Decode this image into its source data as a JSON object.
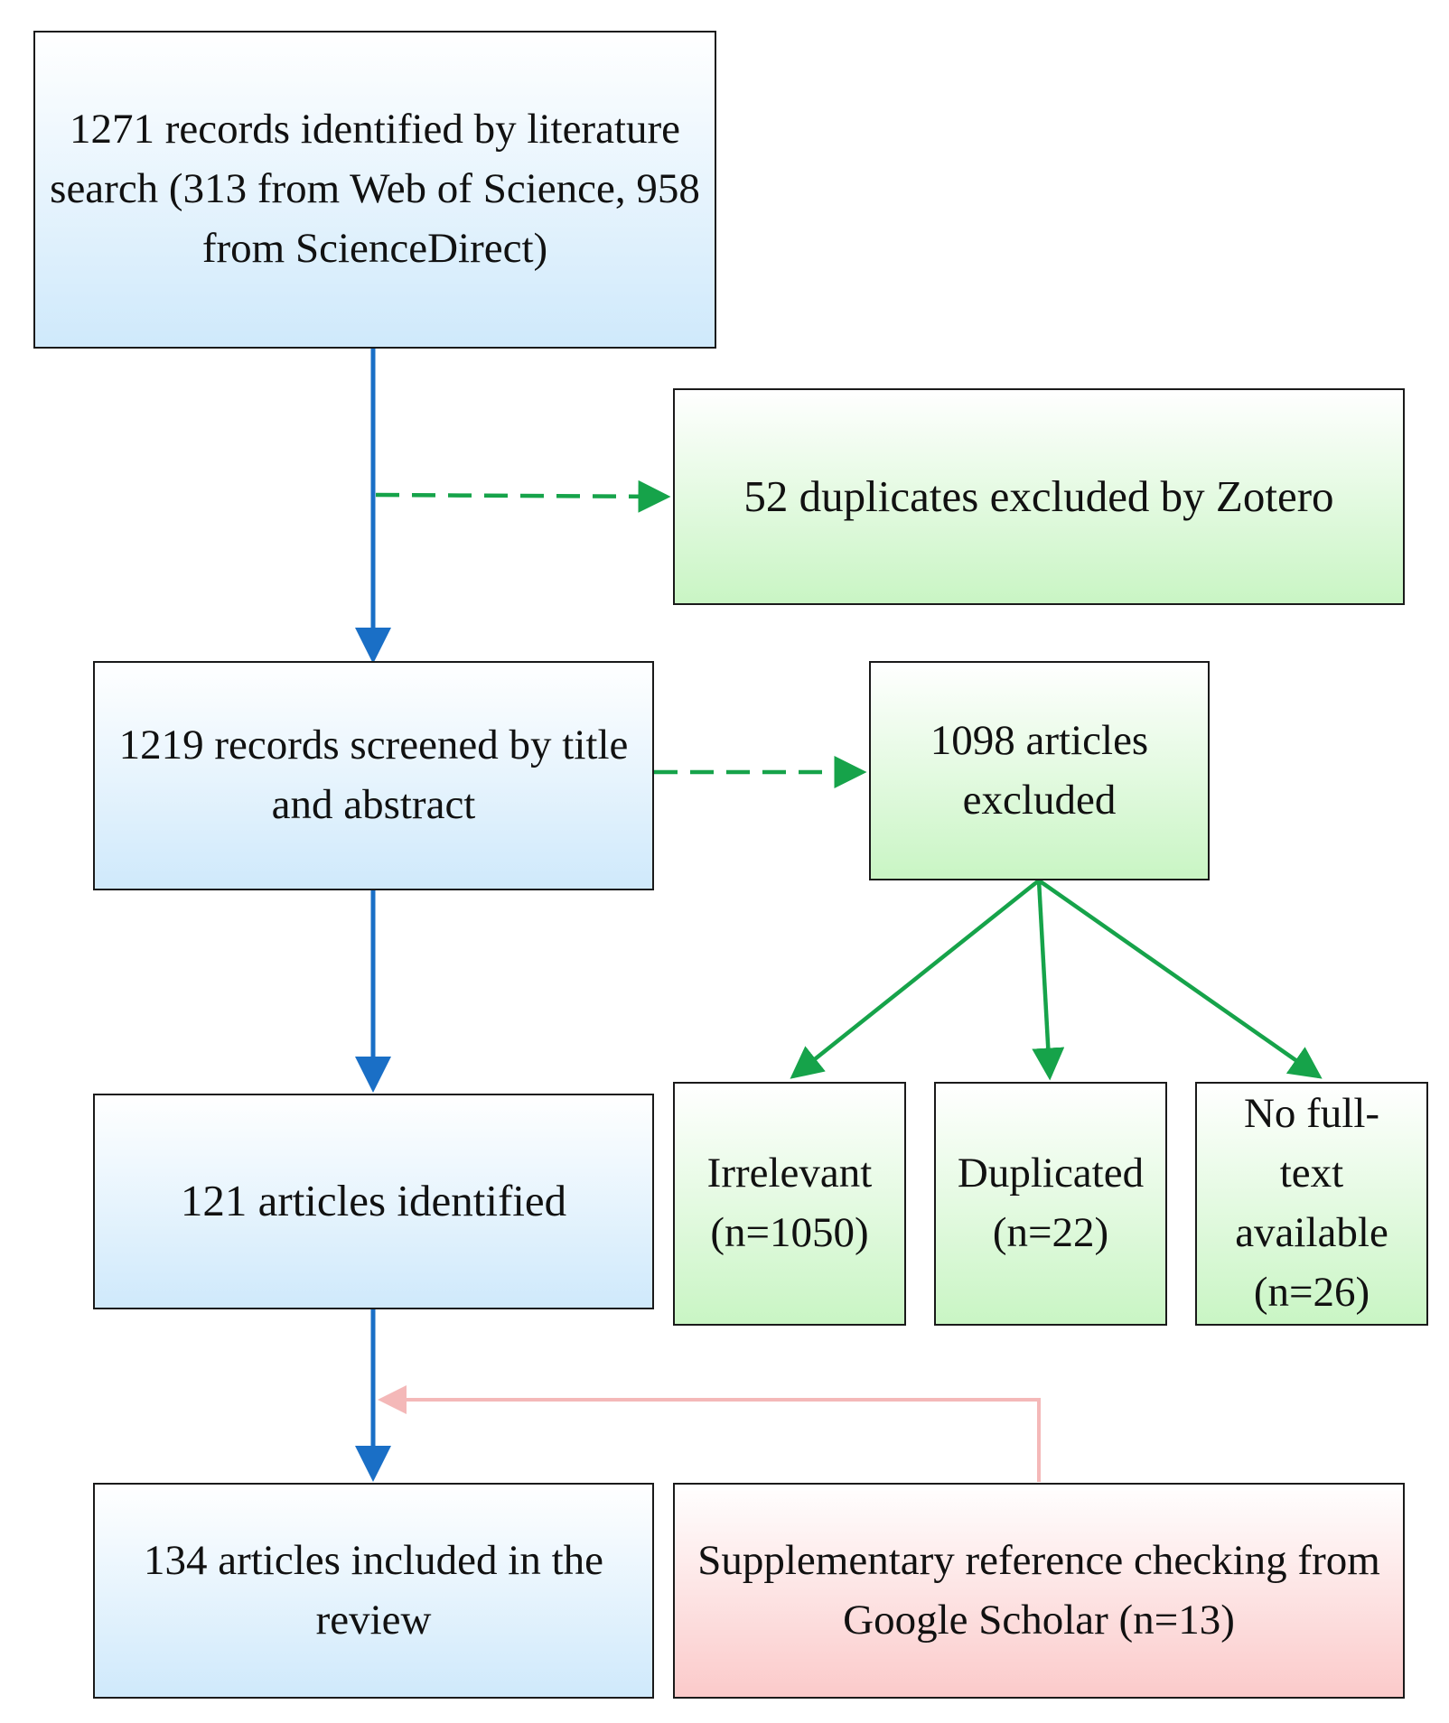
{
  "boxes": {
    "identified": "1271 records identified by literature search (313 from Web of Science, 958 from ScienceDirect)",
    "duplicates_zotero": "52 duplicates excluded by Zotero",
    "screened": "1219 records screened by title and abstract",
    "excluded": "1098 articles excluded",
    "irrelevant": "Irrelevant (n=1050)",
    "duplicated": "Duplicated (n=22)",
    "no_fulltext": "No full-text available (n=26)",
    "articles_identified": "121 articles identified",
    "included": "134 articles included in the review",
    "supplementary": "Supplementary reference checking from Google Scholar (n=13)"
  },
  "colors": {
    "main_arrow": "#1a6fc6",
    "exclusion_arrow": "#16a34a",
    "supplement_arrow": "#f4b8b8",
    "border": "#1a1a1a",
    "blue_fill": "#cfe9fb",
    "green_fill": "#c9f5c4",
    "pink_fill": "#fbcaca"
  }
}
